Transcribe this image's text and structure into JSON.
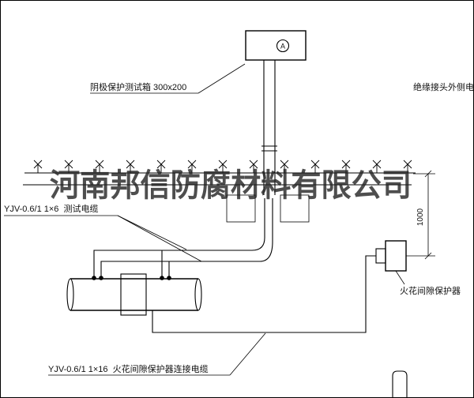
{
  "watermark": "河南邦信防腐材料有限公司",
  "diagram": {
    "test_box_label": "阴极保护测试箱 300x200",
    "ammeter_symbol": "A",
    "insulated_joint_cable_label": "绝缘接头外侧电缆",
    "test_cable_label": "YJV-0.6/1 1×6  测试电缆",
    "spark_gap_protector_label": "火花间隙保护器",
    "spark_gap_cable_label": "YJV-0.6/1 1×16  火花间隙保护器连接电缆",
    "dimension_value": "1000"
  },
  "colors": {
    "ink": "#000000",
    "paper": "#ffffff",
    "watermark": "#222222"
  }
}
